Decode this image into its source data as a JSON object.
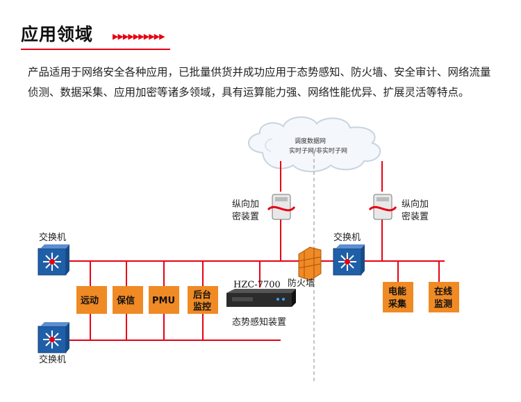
{
  "header": {
    "title": "应用领域",
    "arrows": "▶▶▶▶▶▶▶▶▶▶"
  },
  "intro": {
    "text": "产品适用于网络安全各种应用，已批量供货并成功应用于态势感知、防火墙、安全审计、网络流量侦测、数据采集、应用加密等诸多领域，具有运算能力强、网络性能优异、扩展灵活等特点。"
  },
  "diagram": {
    "cloud": {
      "line1": "调度数据网",
      "line2": "实时子网/非实时子网"
    },
    "encrypt_left": {
      "line1": "纵向加",
      "line2": "密装置"
    },
    "encrypt_right": {
      "line1": "纵向加",
      "line2": "密装置"
    },
    "switch_top_left": "交换机",
    "switch_bottom_left": "交换机",
    "switch_right": "交换机",
    "firewall": "防火墙",
    "device_model": "HZC-7700",
    "device_name": "态势感知装置",
    "boxes": [
      {
        "line1": "远动",
        "line2": ""
      },
      {
        "line1": "保信",
        "line2": ""
      },
      {
        "line1": "PMU",
        "line2": ""
      },
      {
        "line1": "后台",
        "line2": "监控"
      },
      {
        "line1": "电能",
        "line2": "采集"
      },
      {
        "line1": "在线",
        "line2": "监测"
      }
    ],
    "colors": {
      "line": "#e60012",
      "box": "#f08a24",
      "switch": "#1f5fa8"
    }
  }
}
